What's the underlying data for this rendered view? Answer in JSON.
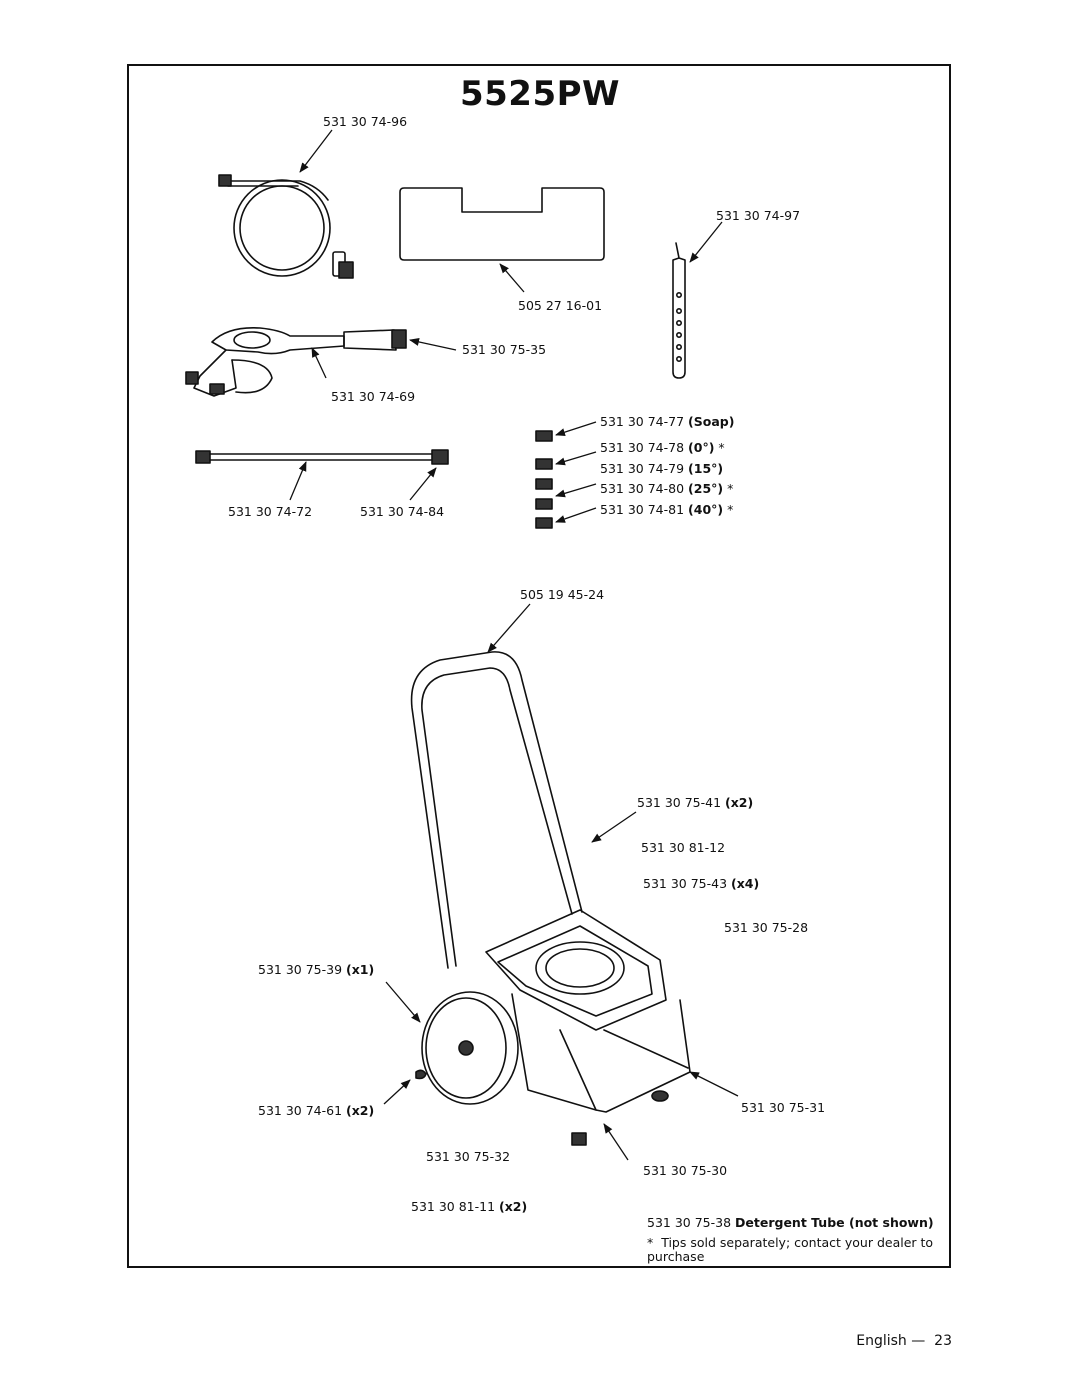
{
  "title": "5525PW",
  "parts": {
    "hose": "531 30 74-96",
    "tie_strap": "531 30 74-97",
    "card": "505 27 16-01",
    "gun_handle": "531 30 75-35",
    "gun": "531 30 74-69",
    "lance": "531 30 74-72",
    "lance_end": "531 30 74-84",
    "frame": "505 19 45-24",
    "bolt_upper": "531 30 75-41",
    "bolt_upper_qty": "(x2)",
    "bracket": "531 30 81-12",
    "bolt_mid": "531 30 75-43",
    "bolt_mid_qty": "(x4)",
    "base": "531 30 75-28",
    "wheel": "531 30 75-39",
    "wheel_qty": "(x1)",
    "cap": "531 30 74-61",
    "cap_qty": "(x2)",
    "foot_right": "531 30 75-31",
    "post": "531 30 75-32",
    "foot": "531 30 75-30",
    "screw": "531 30 81-11",
    "screw_qty": "(x2)",
    "detergent_part": "531 30 75-38",
    "detergent_desc": "Detergent Tube (not shown)"
  },
  "tips": [
    {
      "part": "531 30 74-77",
      "spec": "(Soap)",
      "mark": ""
    },
    {
      "part": "531 30 74-78",
      "spec": "(0°)",
      "mark": "*"
    },
    {
      "part": "531 30 74-79",
      "spec": "(15°)",
      "mark": ""
    },
    {
      "part": "531 30 74-80",
      "spec": "(25°)",
      "mark": "*"
    },
    {
      "part": "531 30 74-81",
      "spec": "(40°)",
      "mark": "*"
    }
  ],
  "note": {
    "mark": "*",
    "text": "Tips sold separately; contact your dealer to purchase"
  },
  "footer": {
    "language": "English —",
    "page": "23"
  }
}
